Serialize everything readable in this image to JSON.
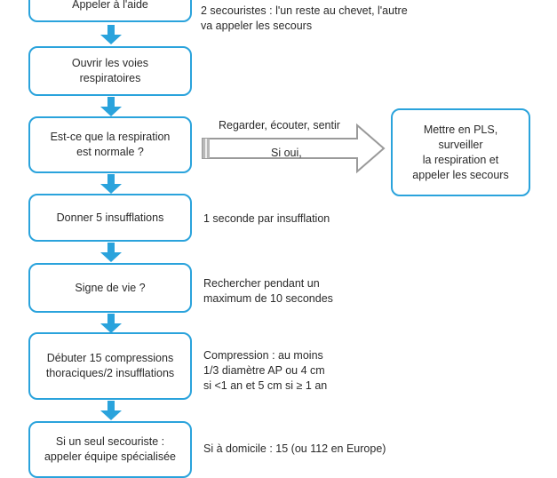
{
  "top_note": "2 secouristes : l'un reste au chevet, l'autre\n va appeler les secours",
  "step_aide": "Appeler à l'aide",
  "step_voies": "Ouvrir les voies\nrespiratoires",
  "step_respiration": "Est-ce que la respiration\nest normale ?",
  "arrow_top_label": "Regarder, écouter, sentir",
  "arrow_inner_label": "Si oui,",
  "side_pls": "Mettre en PLS,\nsurveiller\nla respiration et\nappeler les secours",
  "step_insufflations": "Donner 5 insufflations",
  "note_insufflation": "1 seconde par insufflation",
  "step_signe": "Signe de vie ?",
  "note_signe": "Rechercher pendant un\nmaximum de 10 secondes",
  "step_compressions": "Débuter 15 compressions\nthoraciques/2 insufflations",
  "note_compressions": "Compression : au moins\n1/3 diamètre AP ou 4 cm\nsi <1 an et 5 cm si ≥ 1 an",
  "step_seul": "Si un seul secouriste :\nappeler équipe spécialisée",
  "note_domicile": "Si à domicile : 15 (ou 112 en Europe)",
  "colors": {
    "accent": "#2aa3dc",
    "text": "#2a2a2a",
    "arrow_fill": "#ffffff",
    "arrow_stroke": "#9a9a9a"
  }
}
